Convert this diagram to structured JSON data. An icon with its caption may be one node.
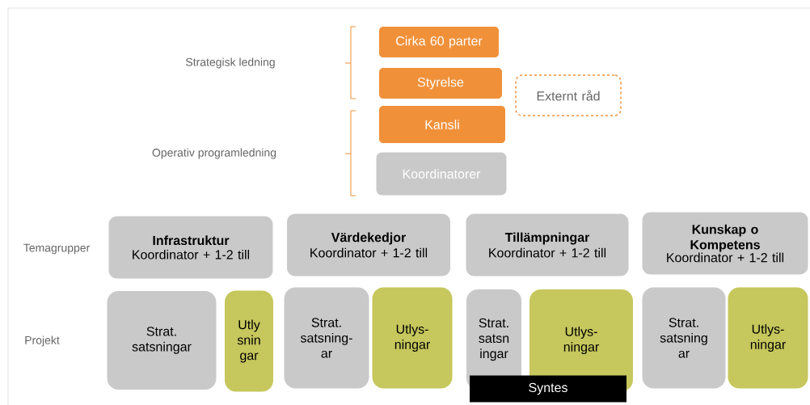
{
  "diagram": {
    "nodes": [
      {
        "text": [
          "Cirka 60 parter"
        ]
      },
      {
        "text": [
          "Styrelse"
        ]
      },
      {
        "text": [
          "Externt råd"
        ]
      },
      {
        "text": [
          "Kansli"
        ]
      },
      {
        "text": [
          "Koordinatorer"
        ]
      },
      {
        "text": [
          "Infrastruktur",
          "Koordinator + 1-2 till"
        ]
      },
      {
        "text": [
          "Värdekedjor",
          "Koordinator + 1-2 till"
        ]
      },
      {
        "text": [
          "Tillämpningar",
          "Koordinator + 1-2 till"
        ]
      },
      {
        "text": [
          "Kunskap o Kompetens",
          "Koordinator + 1-2 till"
        ]
      },
      {
        "text": [
          "Strat. satsningar"
        ]
      },
      {
        "text": [
          "Utly snin gar"
        ]
      },
      {
        "text": [
          "Strat. satsning- ar"
        ]
      },
      {
        "text": [
          "Utlys- ningar"
        ]
      },
      {
        "text": [
          "Strat. satsn ingar"
        ]
      },
      {
        "text": [
          "Utlys- ningar"
        ]
      },
      {
        "text": [
          "Strat. satsning ar"
        ]
      },
      {
        "text": [
          "Utlys- ningar"
        ]
      },
      {
        "text": [
          "Syntes"
        ]
      }
    ],
    "labels": [
      "Strategisk ledning",
      "Operativ programledning",
      "Temagrupper",
      "Projekt"
    ]
  }
}
